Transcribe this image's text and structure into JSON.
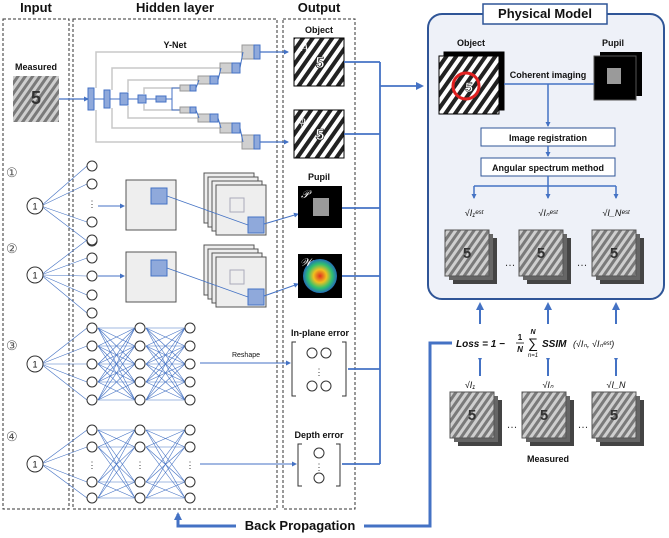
{
  "headers": {
    "input": "Input",
    "hidden_layer": "Hidden layer",
    "output": "Output",
    "physical_model": "Physical Model"
  },
  "input": {
    "measured_label": "Measured"
  },
  "ynet": {
    "title": "Y-Net",
    "object_label": "Object",
    "amplitude_symbol": "A",
    "phase_symbol": "φ"
  },
  "branches": [
    {
      "marker": "①",
      "input_node": "1"
    },
    {
      "marker": "②",
      "input_node": "1"
    },
    {
      "marker": "③",
      "input_node": "1"
    },
    {
      "marker": "④",
      "input_node": "1"
    }
  ],
  "outputs": {
    "pupil_label": "Pupil",
    "pupil_symbol": "𝒫",
    "aberration_symbol": "𝒲",
    "inplane_label": "In-plane error",
    "reshape_label": "Reshape",
    "depth_label": "Depth error"
  },
  "physical_model": {
    "object_label": "Object",
    "pupil_label": "Pupil",
    "coherent_imaging": "Coherent imaging",
    "image_registration": "Image registration",
    "angular_spectrum": "Angular spectrum method",
    "est_labels": [
      "√I₁ᵉˢᵗ",
      "√Iₙᵉˢᵗ",
      "√I_Nᵉˢᵗ"
    ],
    "ellipsis": "…"
  },
  "loss": {
    "text": "Loss = 1 − (1/N) Σₙ₌₁ᴺ SSIM(√Iₙ, √Iₙᵉˢᵗ)",
    "lhs": "Loss = 1 −",
    "frac": "1",
    "frac_den": "N",
    "sum_top": "N",
    "sum_bottom": "n=1",
    "ssim": "SSIM",
    "args": "(√Iₙ, √Iₙᵉˢᵗ)"
  },
  "measured": {
    "labels": [
      "√I₁",
      "√Iₙ",
      "√I_N"
    ],
    "caption": "Measured",
    "ellipsis": "…"
  },
  "back_propagation": "Back Propagation",
  "colors": {
    "accent_blue": "#4472c4",
    "box_blue": "#8fa9db",
    "panel_border": "#2f5597",
    "dashed": "#333333"
  }
}
